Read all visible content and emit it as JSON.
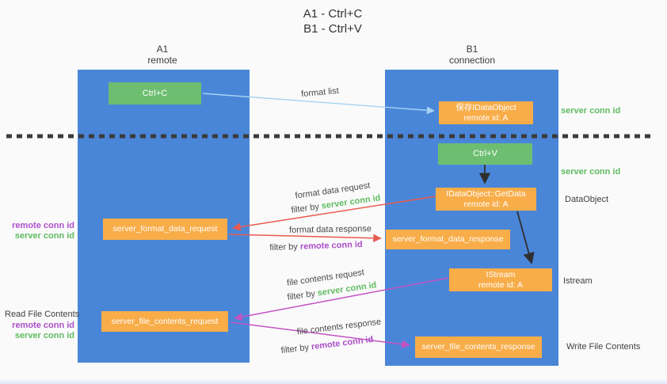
{
  "title": {
    "line1": "A1 - Ctrl+C",
    "line2": "B1 - Ctrl+V"
  },
  "columns": {
    "left": {
      "name": "A1",
      "role": "remote"
    },
    "right": {
      "name": "B1",
      "role": "connection"
    }
  },
  "nodes": {
    "ctrl_c": {
      "label": "Ctrl+C"
    },
    "ctrl_v": {
      "label": "Ctrl+V"
    },
    "save_idataobject": {
      "line1": "保存IDataObject",
      "line2": "remote id: A"
    },
    "getdata": {
      "line1": "IDataObject::GetData",
      "line2": "remote id: A"
    },
    "istream": {
      "line1": "IStream",
      "line2": "remote id: A"
    },
    "format_request": {
      "label": "server_format_data_request"
    },
    "format_response": {
      "label": "server_format_data_response"
    },
    "file_request": {
      "label": "server_file_contents_request"
    },
    "file_response": {
      "label": "server_file_contents_response"
    }
  },
  "flow_labels": {
    "format_list": "format list",
    "format_data_request": "format data request",
    "filter_server_1": {
      "prefix": "filter by ",
      "id": "server conn id"
    },
    "format_data_response": "format data response",
    "filter_remote_1": {
      "prefix": "filter by ",
      "id": "remote conn id"
    },
    "file_contents_request": "file contents request",
    "filter_server_2": {
      "prefix": "filter by ",
      "id": "server conn id"
    },
    "file_contents_response": "file contents response",
    "filter_remote_2": {
      "prefix": "filter by ",
      "id": "remote conn id"
    }
  },
  "annotations": {
    "server_conn_id_top": "server conn id",
    "server_conn_id_mid": "server conn id",
    "dataobject": "DataObject",
    "istream": "Istream",
    "write_file_contents": "Write File Contents",
    "read_file_contents": "Read File Contents",
    "left_remote_conn_1": "remote conn id",
    "left_server_conn_1": "server conn id",
    "left_remote_conn_2": "remote conn id",
    "left_server_conn_2": "server conn id"
  },
  "colors": {
    "background": "#fafafa",
    "column_blue": "#4a86d8",
    "box_green": "#6dbe71",
    "box_orange": "#f8ad49",
    "id_green": "#5fbc61",
    "id_purple": "#ab4fc8",
    "arrow_light_blue": "#a6d3f2",
    "arrow_red": "#e85b51",
    "arrow_magenta": "#c453c4",
    "arrow_black": "#2f2f2f"
  }
}
